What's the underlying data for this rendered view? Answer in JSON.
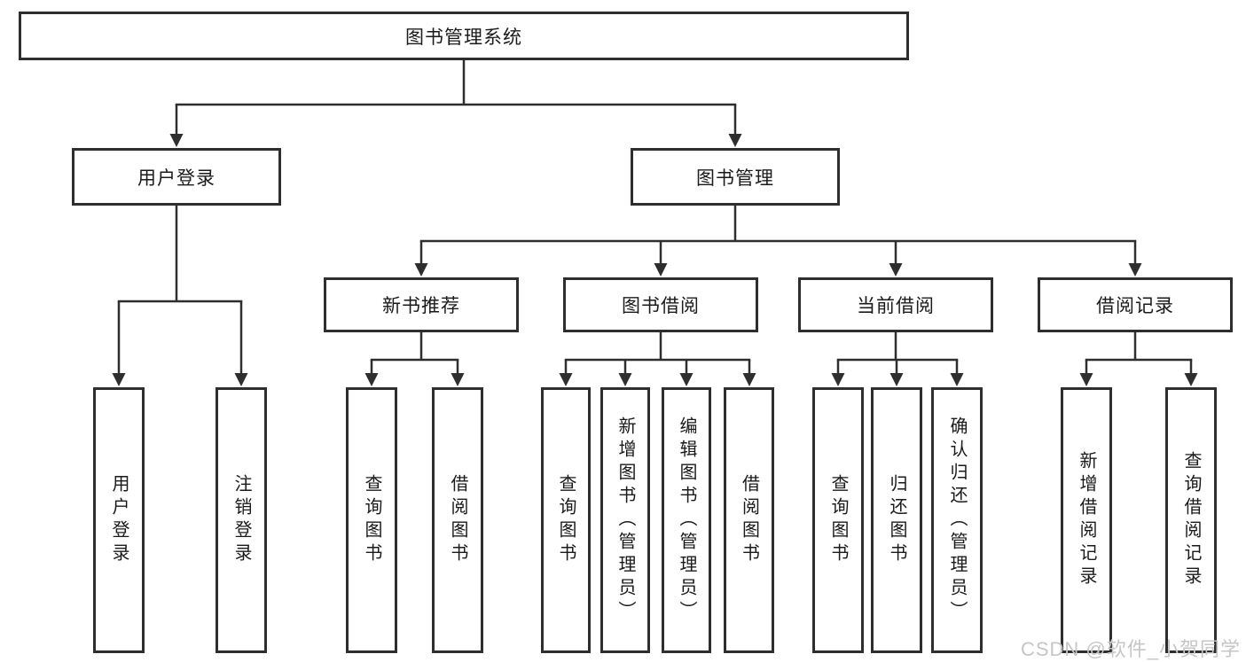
{
  "tree": {
    "root": "图书管理系统",
    "children": [
      {
        "label": "用户登录",
        "children": [
          {
            "label": "用户登录"
          },
          {
            "label": "注销登录"
          }
        ]
      },
      {
        "label": "图书管理",
        "children": [
          {
            "label": "新书推荐",
            "children": [
              {
                "label": "查询图书"
              },
              {
                "label": "借阅图书"
              }
            ]
          },
          {
            "label": "图书借阅",
            "children": [
              {
                "label": "查询图书"
              },
              {
                "label": "新增图书（管理员）"
              },
              {
                "label": "编辑图书（管理员）"
              },
              {
                "label": "借阅图书"
              }
            ]
          },
          {
            "label": "当前借阅",
            "children": [
              {
                "label": "查询图书"
              },
              {
                "label": "归还图书"
              },
              {
                "label": "确认归还（管理员）"
              }
            ]
          },
          {
            "label": "借阅记录",
            "children": [
              {
                "label": "新增借阅记录"
              },
              {
                "label": "查询借阅记录"
              }
            ]
          }
        ]
      }
    ]
  },
  "watermark": "CSDN @软件_小贺同学",
  "colors": {
    "line": "#2e2e2e",
    "box_border": "#2e2e2e",
    "text": "#1a1a1a",
    "watermark": "#c6c6c6"
  }
}
